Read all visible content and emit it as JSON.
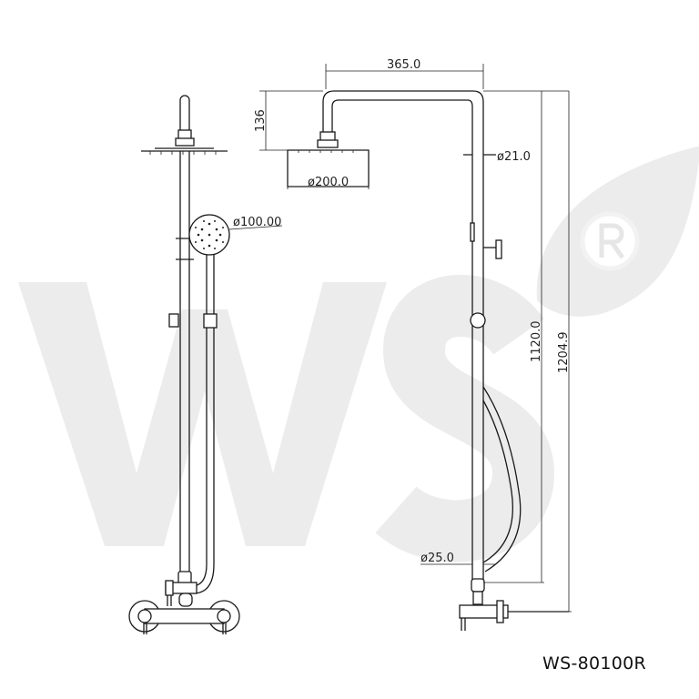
{
  "watermark": {
    "text": "WS",
    "mark": "®",
    "color": "#ececec"
  },
  "dimensions": {
    "arm_length": "365.0",
    "drop_height": "136",
    "pipe_diameter_top": "ø21.0",
    "head_diameter": "ø200.0",
    "hand_shower_diameter": "ø100.00",
    "pipe_height": "1120.0",
    "total_height": "1204.9",
    "pipe_diameter_bottom": "ø25.0"
  },
  "model": "WS-80100R"
}
